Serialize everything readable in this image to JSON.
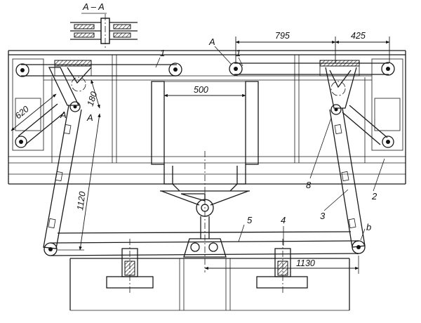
{
  "section_label": "A – A",
  "part_numbers": [
    "1",
    "1",
    "2",
    "3",
    "4",
    "5",
    "8",
    "b"
  ],
  "section_markers": [
    "A",
    "A",
    "A"
  ],
  "dimensions": [
    "795",
    "425",
    "500",
    "620",
    "180",
    "1120",
    "1130"
  ]
}
